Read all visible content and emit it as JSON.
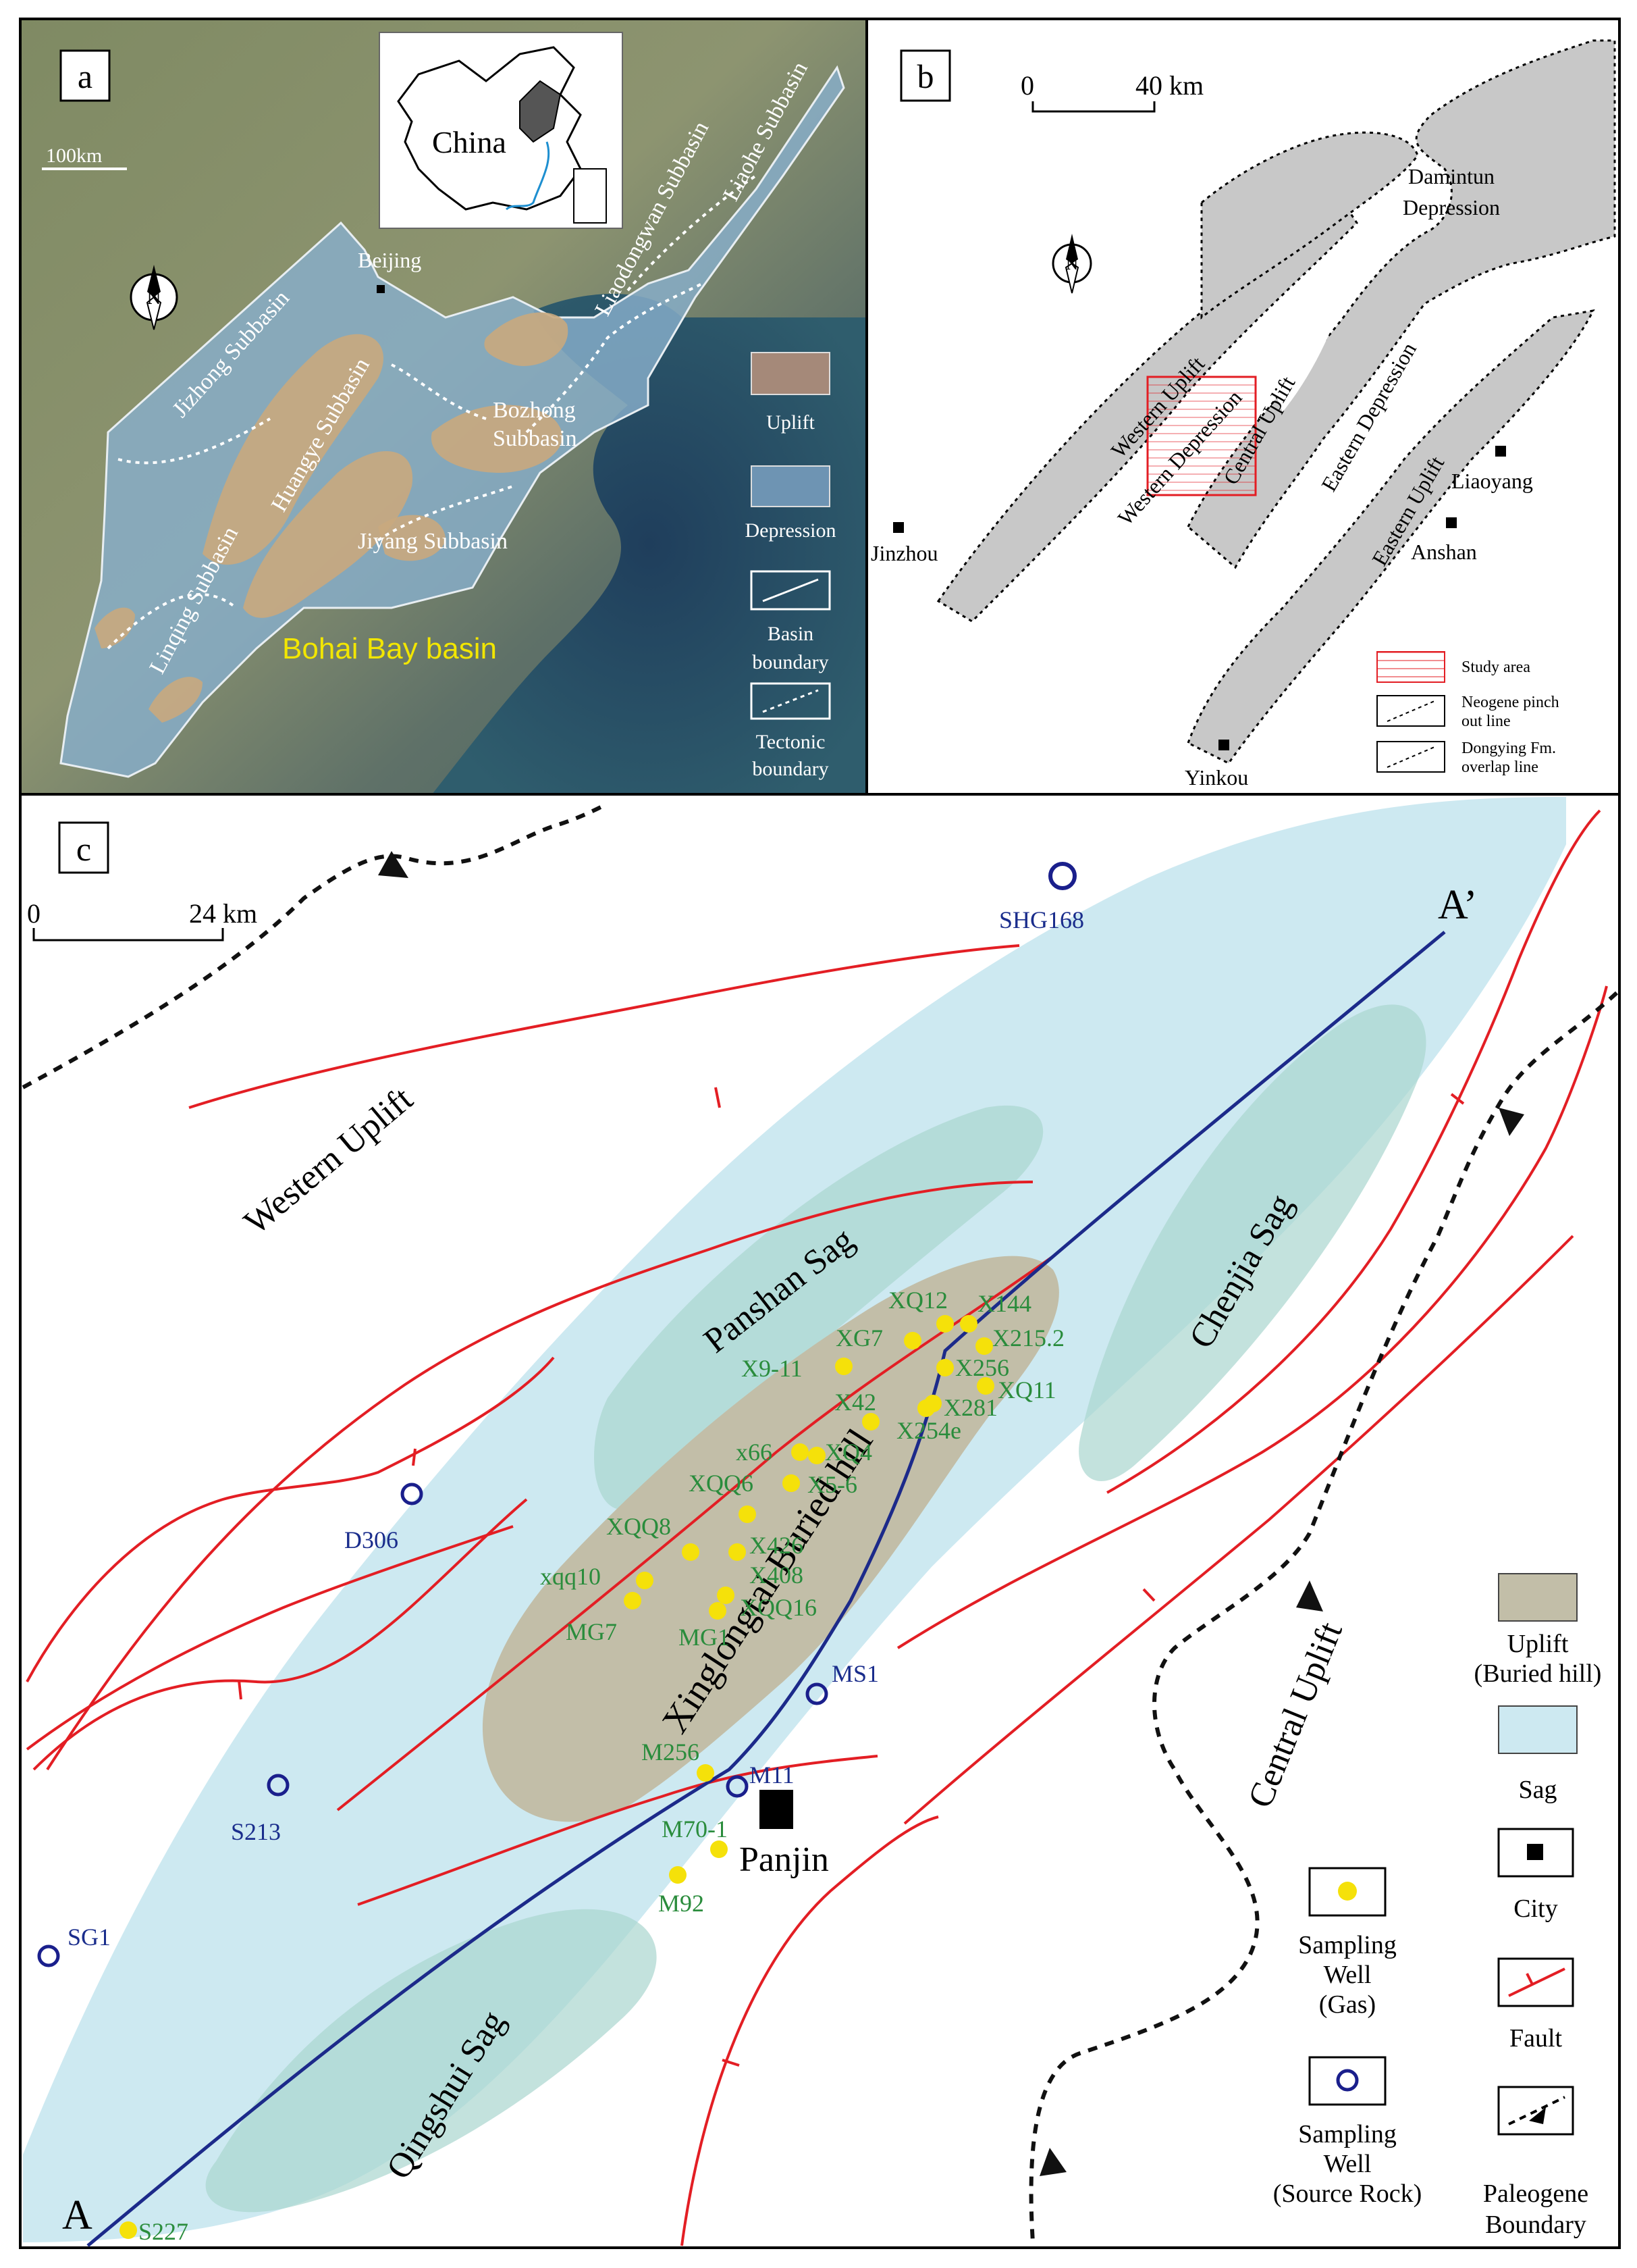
{
  "panels": {
    "a": {
      "letter": "a",
      "scale_label": "100km",
      "inset_label": "China",
      "city": "Beijing",
      "subbasins": [
        "Jizhong Subbasin",
        "Huangye Subbasin",
        "Bozhong Subbasin",
        "Jiyang Subbasin",
        "Linqing Subbasin",
        "Liaodongwan Subbasin",
        "Liaohe Subbasin"
      ],
      "basin_title": "Bohai Bay basin",
      "legend": {
        "uplift": "Uplift",
        "depression": "Depression",
        "basin_boundary_l1": "Basin",
        "basin_boundary_l2": "boundary",
        "tectonic_boundary_l1": "Tectonic",
        "tectonic_boundary_l2": "boundary"
      }
    },
    "b": {
      "letter": "b",
      "scale_zero": "0",
      "scale_label": "40 km",
      "units": {
        "damintun_l1": "Damintun",
        "damintun_l2": "Depression",
        "western_uplift": "Western Uplift",
        "western_depression": "Western Depression",
        "central_uplift": "Central Uplift",
        "eastern_depression": "Eastern Depression",
        "eastern_uplift": "Eastern Uplift"
      },
      "cities": [
        "Jinzhou",
        "Liaoyang",
        "Anshan",
        "Yinkou"
      ],
      "legend": {
        "study_area": "Study area",
        "neogene_l1": "Neogene pinch",
        "neogene_l2": "out line",
        "dongying_l1": "Dongying Fm.",
        "dongying_l2": "overlap line"
      }
    },
    "c": {
      "letter": "c",
      "scale_zero": "0",
      "scale_label": "24 km",
      "section_start": "A",
      "section_end": "A’",
      "units": {
        "western_uplift": "Western Uplift",
        "panshan_sag": "Panshan Sag",
        "chenjia_sag": "Chenjia Sag",
        "qingshui_sag": "Qingshui Sag",
        "buried_hill": "Xinglongtai Buried hill",
        "central_uplift": "Central Uplift"
      },
      "city": "Panjin",
      "gas_wells": [
        "XQ12",
        "X144",
        "XG7",
        "X215.2",
        "X9-11",
        "X256",
        "X42",
        "X281",
        "XQ11",
        "X254e",
        "x66",
        "XQ4",
        "XQQ6",
        "X5-6",
        "XQQ8",
        "X426",
        "xqq10",
        "X408",
        "XQQ16",
        "MG7",
        "MG1",
        "M256",
        "M70-1",
        "M92",
        "S227"
      ],
      "source_wells": [
        "SHG168",
        "D306",
        "S213",
        "SG1",
        "MS1",
        "M11"
      ],
      "legend": {
        "uplift_l1": "Uplift",
        "uplift_l2": "(Buried hill)",
        "sag": "Sag",
        "city": "City",
        "fault": "Fault",
        "gas_well_l1": "Sampling",
        "gas_well_l2": "Well",
        "gas_well_l3": "(Gas)",
        "source_well_l1": "Sampling",
        "source_well_l2": "Well",
        "source_well_l3": "(Source Rock)",
        "paleogene_l1": "Paleogene",
        "paleogene_l2": "Boundary"
      }
    }
  },
  "colors": {
    "uplift_a": "#c9a97e",
    "depression_a": "#87aecb",
    "sag_c": "#cde9f1",
    "sag_core_c": "#a9d5cf",
    "buried_hill_c": "#c2bea8",
    "well_gas": "#f5e10a",
    "well_source": "#1a1f8c",
    "fault": "#e31e24",
    "section_line": "#1c2a8a",
    "label_green": "#2a8c3c",
    "label_blue": "#1a2d8c"
  }
}
